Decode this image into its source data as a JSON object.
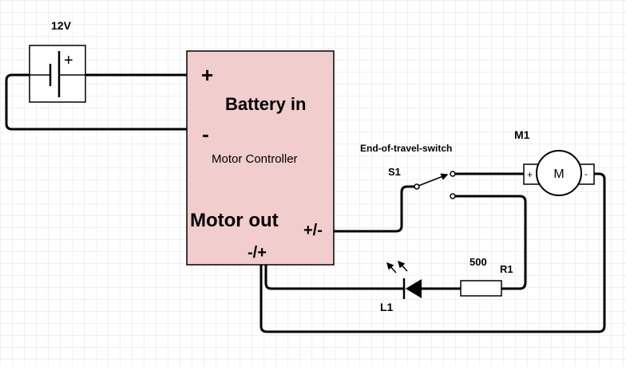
{
  "colors": {
    "background": "#ffffff",
    "grid": "#e2e2e2",
    "controller_fill": "#f2cdcd",
    "stroke": "#000000"
  },
  "battery": {
    "label": "12V",
    "plus_mark": "+"
  },
  "controller": {
    "plus": "+",
    "battery_in": "Battery in",
    "minus": "-",
    "name": "Motor Controller",
    "motor_out": "Motor out",
    "out_a": "+/-",
    "out_b": "-/+"
  },
  "switch": {
    "caption": "End-of-travel-switch",
    "label": "S1"
  },
  "motor": {
    "label": "M1",
    "symbol": "M",
    "plus": "+",
    "minus": "-"
  },
  "resistor": {
    "label": "R1",
    "value": "500"
  },
  "led": {
    "label": "L1"
  }
}
